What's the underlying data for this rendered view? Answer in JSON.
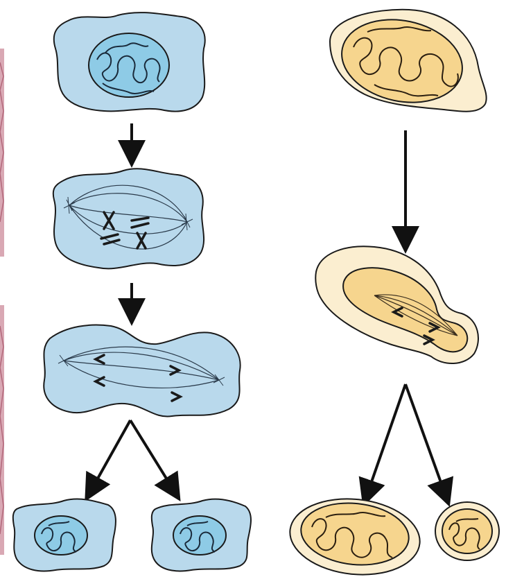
{
  "diagram": {
    "panels": [
      {
        "id": "animal-mitosis",
        "colors": {
          "cytoplasm": "#b9d9ec",
          "cytoplasm_stroke": "#1a1a1a",
          "nucleus": "#8ecbe6",
          "nucleus_stroke": "#1a1a1a",
          "chromatin": "#1a2a3a"
        },
        "stages": [
          "interphase",
          "metaphase",
          "anaphase",
          "daughter-cells"
        ]
      },
      {
        "id": "yeast-budding",
        "colors": {
          "cytoplasm": "#fbeed0",
          "cytoplasm_stroke": "#1a1a1a",
          "nucleus": "#f6d58e",
          "nucleus_stroke": "#1a1a1a",
          "chromatin": "#2a1e10"
        },
        "stages": [
          "parent-cell",
          "dividing-bud",
          "daughter-cells"
        ]
      }
    ],
    "arrow_color": "#111111",
    "edge_decor_color": "#c98a9a"
  }
}
